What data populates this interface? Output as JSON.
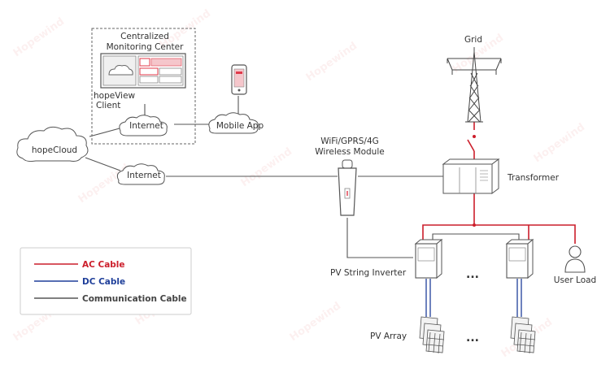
{
  "labels": {
    "centralized_monitoring_center": [
      "Centralized",
      "Monitoring Center"
    ],
    "hopeview_client": [
      "hopeView",
      "Client"
    ],
    "internet_top": "Internet",
    "internet_bottom": "Internet",
    "mobile_app": "Mobile App",
    "hopecloud": "hopeCloud",
    "grid": "Grid",
    "wireless_module": [
      "WiFi/GPRS/4G",
      "Wireless Module"
    ],
    "transformer": "Transformer",
    "pv_string_inverter": "PV String Inverter",
    "ellipsis_inverters": "...",
    "ellipsis_arrays": "...",
    "user_load": "User Load",
    "pv_array": "PV Array"
  },
  "legend": {
    "items": [
      {
        "label": "AC Cable",
        "color": "#cc1e2b"
      },
      {
        "label": "DC Cable",
        "color": "#1f3f9a"
      },
      {
        "label": "Communication Cable",
        "color": "#555555"
      }
    ]
  },
  "colors": {
    "ac": "#cc1e2b",
    "dc": "#1f3f9a",
    "comm": "#555555",
    "accent_red": "#e0394a"
  }
}
